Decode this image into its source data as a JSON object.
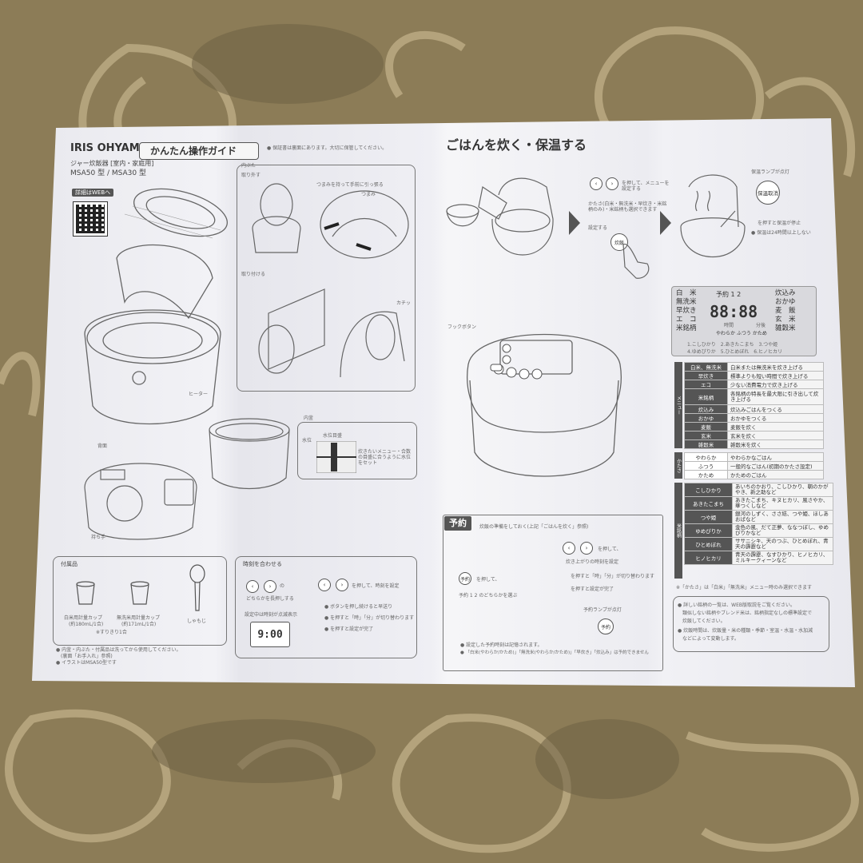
{
  "brand": "IRIS OHYAMA",
  "guide_title": "かんたん操作ガイド",
  "product_type": "ジャー炊飯器 [室内・家庭用]",
  "models": "MSA50 型 / MSA30 型",
  "web_label": "詳細はWEBへ",
  "warranty_note": "● 保証書は裏面にあります。大切に保管してください。",
  "lid_section": {
    "remove_label": "取り外す",
    "inner_lid_label": "内ぶた",
    "pull_note": "つまみを持って手前に引っ張る",
    "knob_label": "つまみ",
    "attach_label": "取り付ける",
    "click_label": "カチッ"
  },
  "heater_label": "ヒーター",
  "inner_pot_label": "内釜",
  "water_level_label": "水位目盛",
  "water_label": "水位",
  "water_note": "炊きたいメニュー・合数の目盛に合うように水位をセット",
  "back_label": "背面",
  "handle_label": "持ち手",
  "accessories": {
    "title": "付属品",
    "cup1": "白米用計量カップ",
    "cup1_cap": "(約180mL/1合)",
    "cup2": "無洗米用計量カップ",
    "cup2_cap": "(約171mL/1合)",
    "spatula": "しゃもじ",
    "cup_note": "※すりきり1合",
    "note1": "● 内釜・内ぶた・付属品は洗ってから使用してください。",
    "note1b": "(裏面「お手入れ」参照)",
    "note2": "● イラストはMSA50型です"
  },
  "clock": {
    "title": "時刻を合わせる",
    "step1a": "の",
    "step1b": "どちらかを長押しする",
    "step1c": "設定中は時刻が点滅表示",
    "display": "9:00",
    "step2": "を押して、時刻を設定",
    "note_a": "● ボタンを押し続けると早送り",
    "note_b": "● を押すと「時」「分」が切り替わります",
    "note_c": "● を押すと設定が完了"
  },
  "cook": {
    "title": "ごはんを炊く・保温する",
    "select_note": "を押して、メニューを設定する",
    "hardness_note": "かたさ(白米・無洗米・早炊き・米銘柄のみ)・米銘柄も選択できます",
    "set_label": "設定する",
    "cook_btn": "炊飯",
    "warm_lamp": "保温ランプが点灯",
    "warm_btn": "保温取消",
    "stop_note": "を押すと保温が停止",
    "limit_note": "● 保温は24時間以上しない",
    "hook_btn": "フックボタン"
  },
  "panel": {
    "left_menu": [
      "白　米",
      "無洗米",
      "早炊き",
      "エ　コ",
      "米銘柄"
    ],
    "right_menu": [
      "炊込み",
      "おかゆ",
      "麦　飯",
      "玄　米",
      "雑穀米"
    ],
    "reserve": "予約 1 2",
    "digits": "88:88",
    "hour": "時間",
    "minute": "分後",
    "hardness": "やわらか ふつう かため",
    "rice_list1": "1.こしひかり　2.あきたこまち　3.つや姫",
    "rice_list2": "4.ゆめぴりか　5.ひとめぼれ　6.ヒノヒカリ"
  },
  "menu_table": {
    "side_label": "メニュー",
    "rows": [
      {
        "k": "白米、無洗米",
        "v": "白米または無洗米を炊き上げる"
      },
      {
        "k": "早炊き",
        "v": "標準よりも短い時間で炊き上げる"
      },
      {
        "k": "エコ",
        "v": "少ない消費電力で炊き上げる"
      },
      {
        "k": "米銘柄",
        "v": "各銘柄の特長を最大限に引き出して炊き上げる"
      },
      {
        "k": "炊込み",
        "v": "炊込みごはんをつくる"
      },
      {
        "k": "おかゆ",
        "v": "おかゆをつくる"
      },
      {
        "k": "麦飯",
        "v": "麦飯を炊く"
      },
      {
        "k": "玄米",
        "v": "玄米を炊く"
      },
      {
        "k": "雑穀米",
        "v": "雑穀米を炊く"
      }
    ],
    "hard_label": "かたさ",
    "hard_rows": [
      {
        "k": "やわらか",
        "v": "やわらかなごはん"
      },
      {
        "k": "ふつう",
        "v": "一般的なごはん(初期のかたさ設定)"
      },
      {
        "k": "かため",
        "v": "かためのごはん"
      }
    ]
  },
  "rice_table": {
    "side_label": "米銘柄",
    "rows": [
      {
        "k": "こしひかり",
        "v": "あいちのかおり、こしひかり、朝のかがやき、新之助など"
      },
      {
        "k": "あきたこまち",
        "v": "あきたこまち、キヌヒカリ、風さやか、華つくしなど"
      },
      {
        "k": "つや姫",
        "v": "銀河のしずく、ささ結、つや姫、ほしあおばなど"
      },
      {
        "k": "ゆめぴりか",
        "v": "金色の風、だて正夢、ななつぼし、ゆめぴりかなど"
      },
      {
        "k": "ひとめぼれ",
        "v": "ササニシキ、天のつぶ、ひとめぼれ、青天の霹靂など"
      },
      {
        "k": "ヒノヒカリ",
        "v": "青天の霹靂、なすひかり、ヒノヒカリ、ミルキークィーンなど"
      }
    ],
    "note": "※「かたさ」は「白米」「無洗米」メニュー時のみ選択できます"
  },
  "notes_box": {
    "n1": "● 詳しい銘柄の一覧は、WEB版取説をご覧ください。",
    "n1b": "　類似しない銘柄やブレンド米は、銘柄指定なしの標準設定で",
    "n1c": "　炊飯してください。",
    "n2": "● 炊飯時間は、炊飯量・米の種類・季節・室温・水温・水加減",
    "n2b": "　などによって変動します。"
  },
  "reserve": {
    "title": "予約",
    "intro": "炊飯の準備をしておく(上記「ごはんを炊く」参照)",
    "step1a": "を押して、",
    "step1b": "予約 1 2 のどちらかを選ぶ",
    "step2a": "を押して、",
    "step2b": "炊き上がりの時刻を設定",
    "sub_a": "を押すと「時」「分」が切り替わります",
    "sub_b": "を押すと設定が完了",
    "lamp": "予約ランプが点灯",
    "btn": "予約",
    "foot1": "● 設定した予約時刻は記憶されます。",
    "foot2": "● 「白米(やわらか/かため)」「無洗米(やわらか/かため)」「早炊き」「炊込み」は予約できません"
  },
  "colors": {
    "sheet": "#eeeef2",
    "ink": "#444444",
    "table_head": "#555555",
    "background": "#8a7a55"
  }
}
